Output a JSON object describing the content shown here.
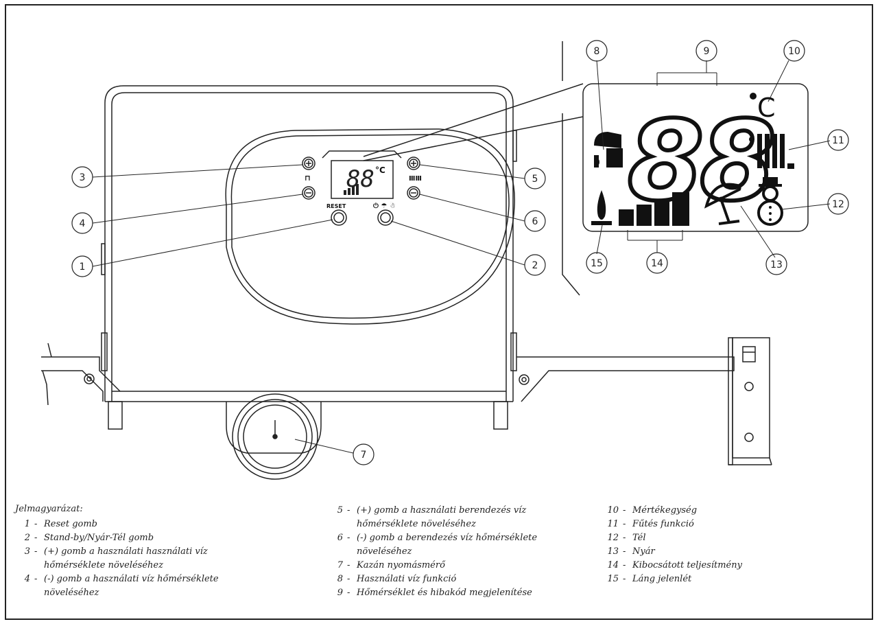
{
  "diagram": {
    "callouts": [
      "1",
      "2",
      "3",
      "4",
      "5",
      "6",
      "7",
      "8",
      "9",
      "10",
      "11",
      "12",
      "13",
      "14",
      "15"
    ],
    "panel_labels": {
      "reset": "RESET",
      "display_digits": "88",
      "display_unit": "°C"
    },
    "zoom_labels": {
      "digits": "88",
      "unit": "°C"
    }
  },
  "legend": {
    "title": "Jelmagyarázat:",
    "columns": [
      [
        {
          "num": "1",
          "text": "Reset gomb"
        },
        {
          "num": "2",
          "text": "Stand-by/Nyár-Tél gomb"
        },
        {
          "num": "3",
          "text": "(+) gomb a használati használati víz",
          "cont": "hőmérséklete növeléséhez"
        },
        {
          "num": "4",
          "text": "(-) gomb a használati víz hőmérséklete",
          "cont": "növeléséhez"
        }
      ],
      [
        {
          "num": "5",
          "text": "(+) gomb a használati berendezés víz",
          "cont": "hőmérséklete növeléséhez"
        },
        {
          "num": "6",
          "text": "(-) gomb a berendezés víz hőmérséklete",
          "cont": "növeléséhez"
        },
        {
          "num": "7",
          "text": "Kazán nyomásmérő"
        },
        {
          "num": "8",
          "text": "Használati víz funkció"
        },
        {
          "num": "9",
          "text": "Hőmérséklet és hibakód megjelenítése"
        }
      ],
      [
        {
          "num": "10",
          "text": "Mértékegység"
        },
        {
          "num": "11",
          "text": "Fűtés funkció"
        },
        {
          "num": "12",
          "text": "Tél"
        },
        {
          "num": "13",
          "text": "Nyár"
        },
        {
          "num": "14",
          "text": "Kibocsátott teljesítmény"
        },
        {
          "num": "15",
          "text": "Láng jelenlét"
        }
      ]
    ]
  }
}
